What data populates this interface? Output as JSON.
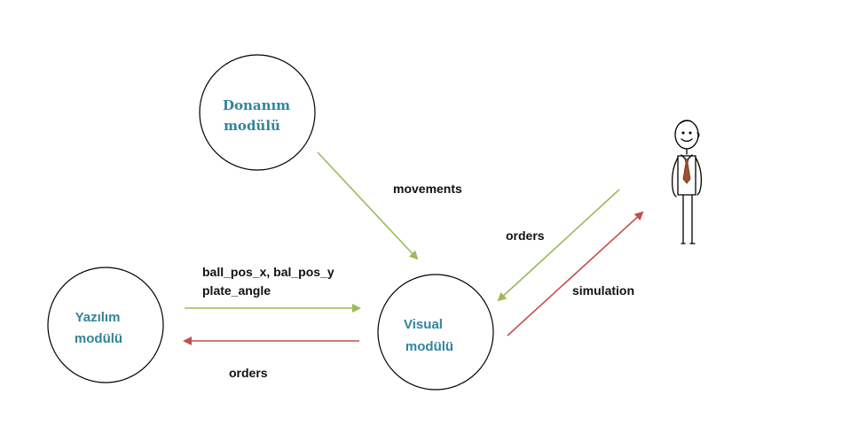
{
  "nodes": {
    "donanim": {
      "line1": "Donanım",
      "line2": "modülü"
    },
    "yazilim": {
      "line1": "Yazılım",
      "line2": "modülü"
    },
    "visual": {
      "line1": "Visual",
      "line2": "modülü"
    }
  },
  "edges": {
    "movements": {
      "label": "movements"
    },
    "ball_pos": {
      "line1": "ball_pos_x, bal_pos_y",
      "line2": "plate_angle"
    },
    "orders_bottom": {
      "label": "orders"
    },
    "orders_user": {
      "label": "orders"
    },
    "simulation": {
      "label": "simulation"
    }
  },
  "colors": {
    "green_arrow": "#9bbb59",
    "red_arrow": "#c0504d",
    "node_text": "#31849b",
    "tie": "#a0522d"
  },
  "icons": {
    "user": "stick-figure-user-icon"
  }
}
